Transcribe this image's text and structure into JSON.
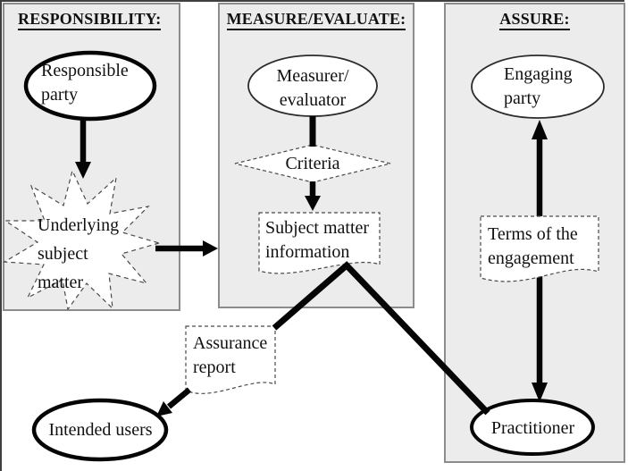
{
  "diagram_title": "Assurance engagement roles diagram",
  "colors": {
    "panel_fill": "#ececec",
    "panel_border": "#8c8c8c",
    "shape_fill": "#ffffff",
    "dashed_stroke": "#4a4a4a",
    "arrow_black": "#050505",
    "text": "#111111"
  },
  "panels": [
    {
      "id": "responsibility",
      "title": "RESPONSIBILITY:"
    },
    {
      "id": "measure_evaluate",
      "title": "MEASURE/EVALUATE:"
    },
    {
      "id": "assure",
      "title": "ASSURE:"
    }
  ],
  "nodes": {
    "responsible_party": {
      "shape": "ellipse-bold",
      "line1": "Responsible",
      "line2": "party"
    },
    "underlying_subject_matter": {
      "shape": "starburst-dashed",
      "line1": "Underlying",
      "line2": "subject",
      "line3": "matter"
    },
    "measurer_evaluator": {
      "shape": "ellipse-thin",
      "line1": "Measurer/",
      "line2": "evaluator"
    },
    "criteria": {
      "shape": "diamond-dashed",
      "label": "Criteria"
    },
    "subject_matter_information": {
      "shape": "document-dashed",
      "line1": "Subject matter",
      "line2": "information"
    },
    "assurance_report": {
      "shape": "document-dashed",
      "line1": "Assurance",
      "line2": "report"
    },
    "intended_users": {
      "shape": "ellipse-bold",
      "label": "Intended users"
    },
    "engaging_party": {
      "shape": "ellipse-thin",
      "line1": "Engaging",
      "line2": "party"
    },
    "terms_of_engagement": {
      "shape": "document-dashed",
      "line1": "Terms of the",
      "line2": "engagement"
    },
    "practitioner": {
      "shape": "ellipse-bold",
      "label": "Practitioner"
    }
  },
  "edges": [
    {
      "from": "responsible_party",
      "to": "underlying_subject_matter",
      "style": "arrow"
    },
    {
      "from": "underlying_subject_matter",
      "to": "subject_matter_information",
      "style": "arrow"
    },
    {
      "from": "measurer_evaluator",
      "to": "criteria",
      "style": "line"
    },
    {
      "from": "criteria",
      "to": "subject_matter_information",
      "style": "arrow"
    },
    {
      "from": "practitioner",
      "to": "subject_matter_information",
      "style": "line-apex"
    },
    {
      "from": "subject_matter_information",
      "to": "assurance_report",
      "style": "line-apex"
    },
    {
      "from": "assurance_report",
      "to": "intended_users",
      "style": "arrow"
    },
    {
      "from": "practitioner",
      "to": "engaging_party",
      "style": "double-arrow"
    }
  ]
}
